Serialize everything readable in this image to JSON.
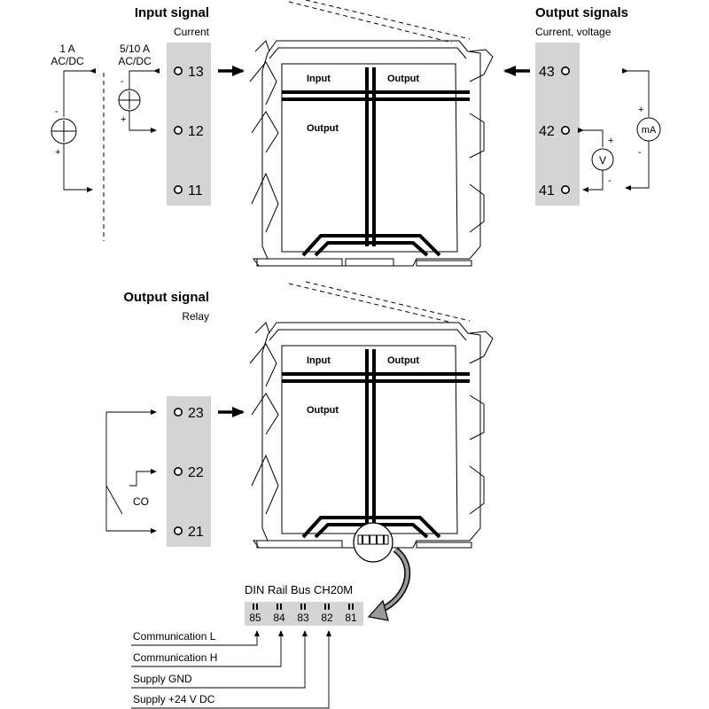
{
  "input_section": {
    "title": "Input signal",
    "subtitle": "Current"
  },
  "output_signals_section": {
    "title": "Output signals",
    "subtitle": "Current, voltage"
  },
  "relay_section": {
    "title": "Output signal",
    "subtitle": "Relay"
  },
  "sources": {
    "left_label_1": "1 A",
    "left_label_2": "AC/DC",
    "right_label_1": "5/10 A",
    "right_label_2": "AC/DC"
  },
  "input_terminals": [
    "13",
    "12",
    "11"
  ],
  "output_terminals": [
    "43",
    "42",
    "41"
  ],
  "relay_terminals": [
    "23",
    "22",
    "21"
  ],
  "meters": {
    "ammeter": "mA",
    "voltmeter": "V"
  },
  "module_top": {
    "input": "Input",
    "output_right": "Output",
    "output_left": "Output"
  },
  "module_bottom": {
    "input": "Input",
    "output_right": "Output",
    "output_left": "Output"
  },
  "relay_contact": "CO",
  "din_bus": {
    "title": "DIN Rail Bus CH20M",
    "pins": [
      "85",
      "84",
      "83",
      "82",
      "81"
    ],
    "signals": [
      "Communication L",
      "Communication H",
      "Supply GND",
      "Supply +24 V DC"
    ]
  },
  "polarity": {
    "plus": "+",
    "minus": "-"
  }
}
